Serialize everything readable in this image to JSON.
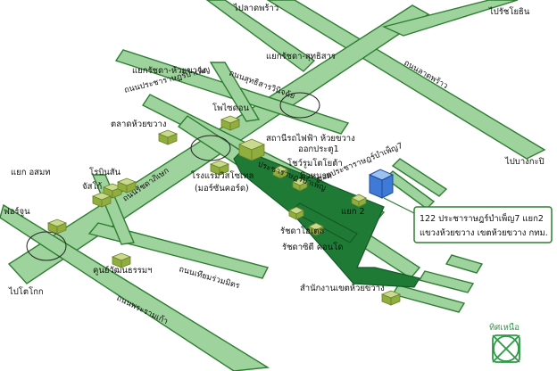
{
  "places": {
    "top_center": "ไปลาดพร้าว",
    "top_right": "ไปรัชโยธิน",
    "right": "ไปบางกะปิ",
    "left": "ไปโตโกก",
    "junction_ratchada_sutthisan": "แยกรัชดา-สุทธิสาร",
    "junction_ratchada_huaikhwang": "แยกรัชดา-ห้วยขวาง",
    "junction_asom": "แยก อสมท",
    "fortune": "ฟอร์จูน",
    "robinson": "โรบินสัน",
    "jusco": "จัสโก้",
    "talad": "ตลาดห้วยขวาง",
    "police_station": "โพไซดอน",
    "electric": "สถานีรถไฟฟ้า ห้วยขวาง",
    "electric_line2": "ออกประตู1",
    "hotel": "โรงแรมวิสโซเทล",
    "hotel_line2": "(มอร์ซันคอร์ด)",
    "toyota": "โชว์รูมโตโยต้า",
    "nivakom": "นิวหนวด",
    "ratchada_hotel": "รัชดาโฮเตล",
    "ratchada_condo": "รัชดาซิตี คอนโด",
    "lottery": "คูนย์วัฒนธรรมฯ",
    "district_office": "สำนักงานเขตห้วยขวาง",
    "soi2": "แยก 2",
    "compass": "ทิศเหนือ"
  },
  "roads": {
    "latphrao": "ถนนลาดพร้าว",
    "sutthisan": "ถนนสุทธิสารวินิจฉัย",
    "pracharat": "ถนนประชาราษฎร์บำเพ็ญ",
    "pracharat_lower": "ประชาราษฎร์บำเพ็ญ",
    "soi_pracharat7": "ซอยประชาราษฎร์บำเพ็ญ7",
    "ratchada": "ถนนรัชดาภิเษก",
    "thiamruammit": "ถนนเทียมร่วมมิตร",
    "rama9": "ถนนพระรามเก้า"
  },
  "address": {
    "line1": "122 ประชาราษฎร์บำเพ็ญ7 แยก2",
    "line2": "แขวงห้วยขวาง เขตห้วยขวาง กทม."
  },
  "colors": {
    "road_fill": "#9fd39d",
    "road_stroke": "#2e7d32",
    "highlight_road": "#1f7a36",
    "building": "#8fae3e",
    "target_building": "#3f7ad6"
  }
}
